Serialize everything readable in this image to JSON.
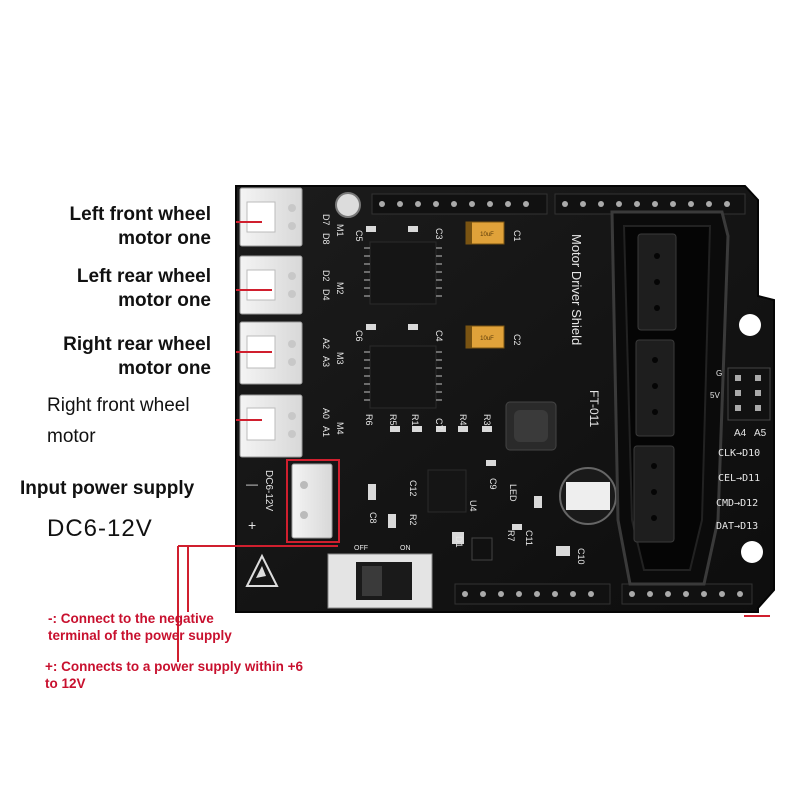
{
  "labels": {
    "m1_line1": "Left front wheel",
    "m1_line2": "motor one",
    "m2_line1": "Left rear wheel",
    "m2_line2": "motor one",
    "m3_line1": "Right rear wheel",
    "m3_line2": "motor one",
    "m4_line1": "Right front wheel",
    "m4_line2": "motor",
    "power_title": "Input power supply",
    "power_voltage": "DC6-12V"
  },
  "notes": {
    "neg_line1": "-: Connect to the negative",
    "neg_line2": "terminal of the power supply",
    "pos_line1": "+: Connects to a power supply within +6",
    "pos_line2": "to 12V"
  },
  "board": {
    "title": "Motor Driver Shield",
    "model": "FT-011",
    "pins_m1_a": "D7",
    "pins_m1_b": "D8",
    "m1": "M1",
    "pins_m2_a": "D2",
    "pins_m2_b": "D4",
    "m2": "M2",
    "pins_m3_a": "A2",
    "pins_m3_b": "A3",
    "m3": "M3",
    "pins_m4_a": "A0",
    "pins_m4_b": "A1",
    "m4": "M4",
    "dc_label": "DC6-12V",
    "minus": "—",
    "plus": "+",
    "off": "OFF",
    "on": "ON",
    "c1": "C1",
    "c2": "C2",
    "c3": "C3",
    "c4": "C4",
    "c5": "C5",
    "c6": "C6",
    "c7": "C7",
    "c8": "C8",
    "c9": "C9",
    "c10": "C10",
    "c11": "C11",
    "c12": "C12",
    "r1": "R1",
    "r2": "R2",
    "r3": "R3",
    "r4": "R4",
    "r5": "R5",
    "r6": "R6",
    "r7": "R7",
    "u4": "U4",
    "d1": "D1",
    "led": "LED",
    "v5": "5V",
    "g": "G",
    "a4": "A4",
    "a5": "A5",
    "clk": "CLK→D10",
    "cel": "CEL→D11",
    "cmd": "CMD→D12",
    "dat": "DAT→D13",
    "cap_text": "10uF"
  }
}
